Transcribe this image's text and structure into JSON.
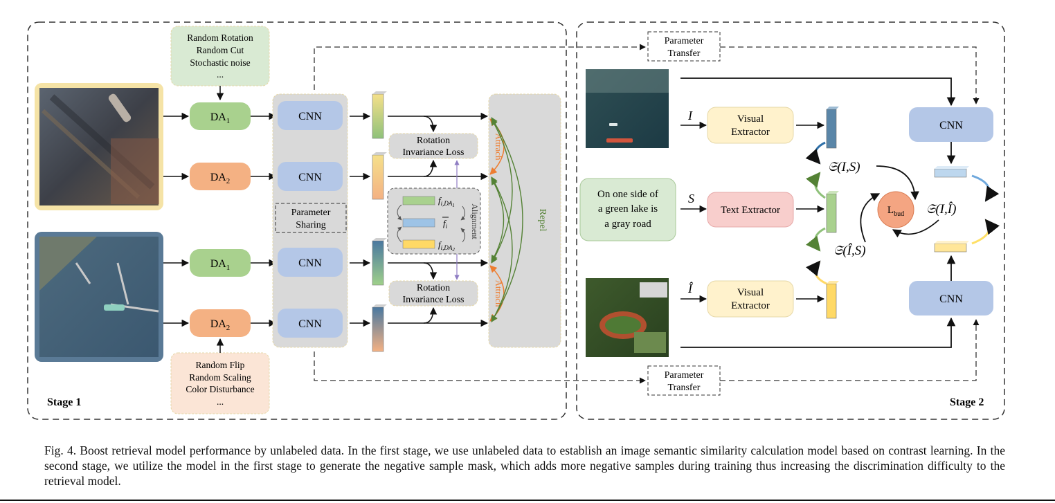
{
  "stage1": {
    "title": "Stage 1",
    "aug_top": [
      "Random Rotation",
      "Random Cut",
      "Stochastic noise",
      "..."
    ],
    "aug_bottom": [
      "Random Flip",
      "Random Scaling",
      "Color Disturbance",
      "..."
    ],
    "da1_base": "DA",
    "da1_sub": "1",
    "da2_base": "DA",
    "da2_sub": "2",
    "cnn_label": "CNN",
    "param_sharing": [
      "Parameter",
      "Sharing"
    ],
    "rot_loss": [
      "Rotation",
      "Invariance Loss"
    ],
    "alignment": "Alignment",
    "attract": "Attrach",
    "repel": "Repel",
    "f_base": "f",
    "f_sub_da1": "i,DA",
    "f_sub_da1_n": "1",
    "f_sub_da2": "i,DA",
    "f_sub_da2_n": "2",
    "f_bar_sub": "i"
  },
  "stage2": {
    "title": "Stage 2",
    "param_transfer": [
      "Parameter",
      "Transfer"
    ],
    "visual_extractor": [
      "Visual",
      "Extractor"
    ],
    "text_extractor": "Text Extractor",
    "text_sample": [
      "On one side of",
      "a green lake is",
      "a gray road"
    ],
    "var_I": "I",
    "var_S": "S",
    "var_Ihat": "Î",
    "sim_IS": "𝔖(I,S)",
    "sim_IIhat": "𝔖(I,Î)",
    "sim_IhatS": "𝔖(Î,S)",
    "loss_base": "L",
    "loss_sub": "bud",
    "cnn_label": "CNN"
  },
  "caption": "Fig. 4.   Boost retrieval model performance by unlabeled data. In the first stage, we use unlabeled data to establish an image semantic similarity calculation model based on contrast learning. In the second stage, we utilize the model in the first stage to generate the negative sample mask, which adds more negative samples during training thus increasing the discrimination difficulty to the retrieval model.",
  "colors": {
    "cnn_fill": "#b4c7e7",
    "da1_fill": "#a9d18e",
    "da2_fill": "#f4b183",
    "aug_top_fill": "#d9ead3",
    "aug_bottom_fill": "#fbe5d6",
    "panel_gray": "#d9d9d9",
    "attract": "#ed7d31",
    "repel": "#548235",
    "text_extractor": "#f8cecc",
    "visual_extractor": "#fff2cc",
    "loss_circle": "#f4a582"
  }
}
